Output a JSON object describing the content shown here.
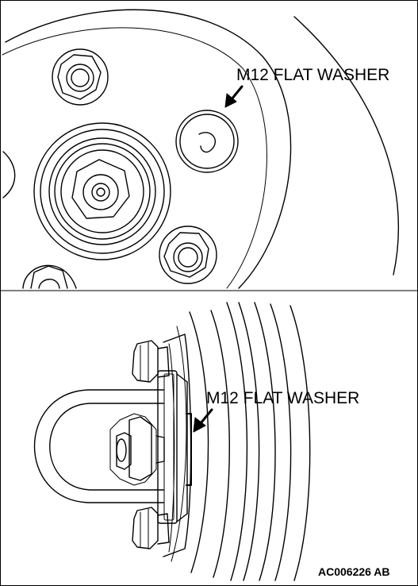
{
  "callouts": {
    "top": "M12 FLAT WASHER",
    "bottom": "M12 FLAT WASHER"
  },
  "figure_code": "AC006226 AB"
}
